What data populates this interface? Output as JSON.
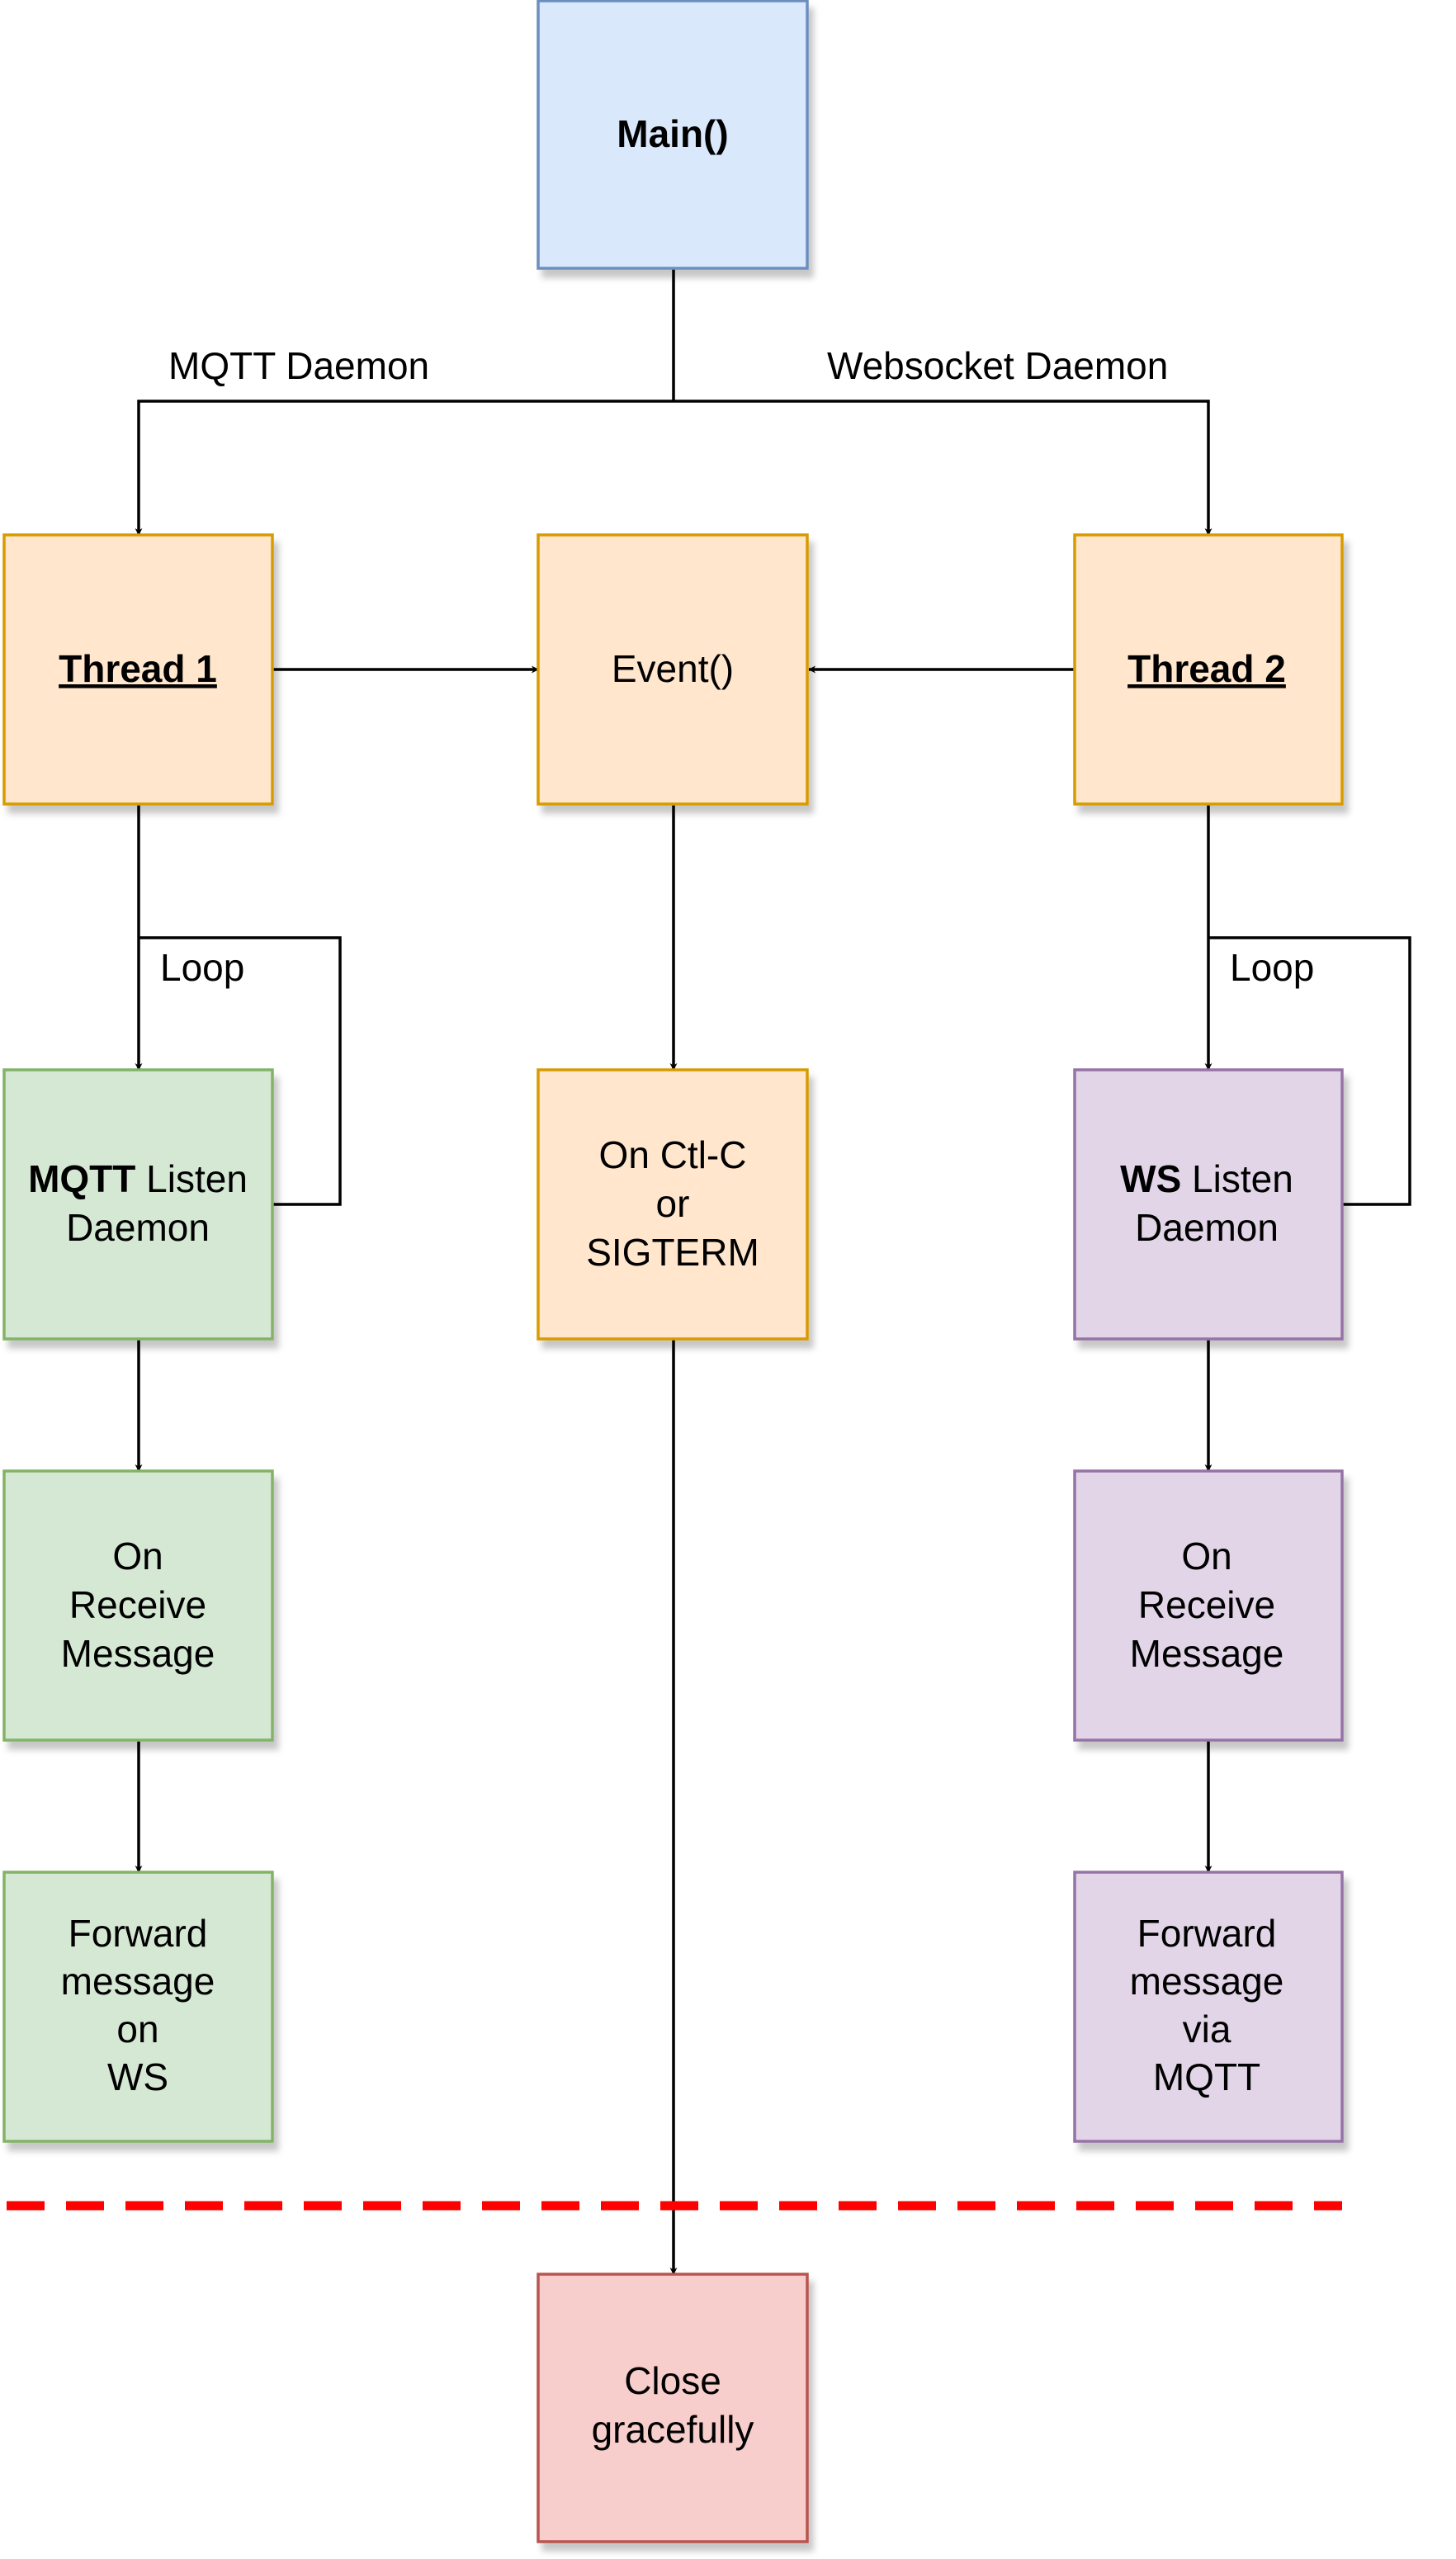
{
  "diagram": {
    "nodes": {
      "main": {
        "label": "Main()"
      },
      "thread1": {
        "label": "Thread 1"
      },
      "event": {
        "label": "Event()"
      },
      "thread2": {
        "label": "Thread 2"
      },
      "mqtt_listen": {
        "label_bold": "MQTT",
        "label_rest": " Listen",
        "line2": "Daemon"
      },
      "ctlc": {
        "lines": [
          "On Ctl-C",
          "or",
          "SIGTERM"
        ]
      },
      "ws_listen": {
        "label_bold": "WS",
        "label_rest": " Listen",
        "line2": "Daemon"
      },
      "mqtt_receive": {
        "lines": [
          "On",
          "Receive",
          "Message"
        ]
      },
      "ws_receive": {
        "lines": [
          "On",
          "Receive",
          "Message"
        ]
      },
      "mqtt_forward": {
        "lines": [
          "Forward",
          "message",
          "on",
          "WS"
        ]
      },
      "ws_forward": {
        "lines": [
          "Forward",
          "message",
          "via",
          "MQTT"
        ]
      },
      "close": {
        "lines": [
          "Close",
          "gracefully"
        ]
      }
    },
    "edges": {
      "mqtt_daemon": "MQTT Daemon",
      "websocket_daemon": "Websocket Daemon",
      "loop_left": "Loop",
      "loop_right": "Loop"
    },
    "colors": {
      "blue_fill": "#dae8fc",
      "blue_stroke": "#6c8ebf",
      "orange_fill": "#ffe6cc",
      "orange_stroke": "#d79b00",
      "green_fill": "#d5e8d4",
      "green_stroke": "#82b366",
      "purple_fill": "#e1d5e7",
      "purple_stroke": "#9673a6",
      "red_fill": "#f8cecc",
      "red_stroke": "#b85450",
      "dashed_line": "#ff0000"
    }
  }
}
